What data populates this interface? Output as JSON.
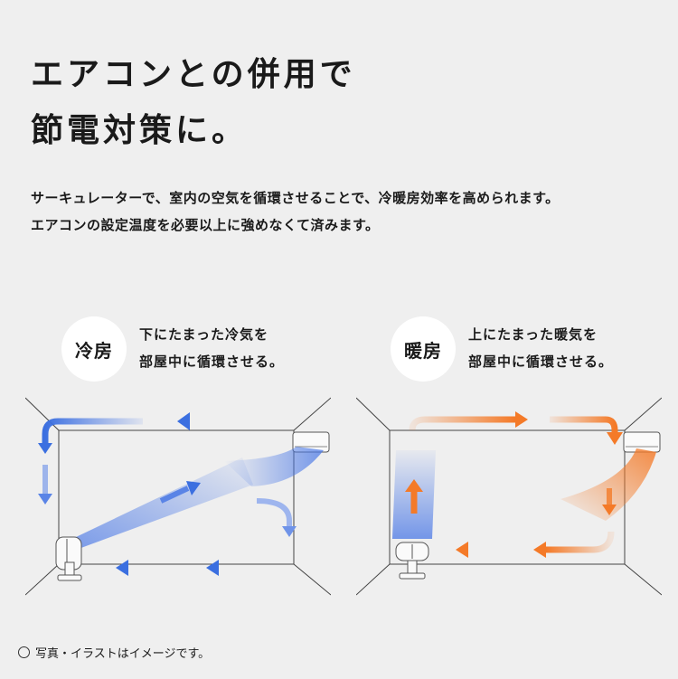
{
  "headline": {
    "line1": "エアコンとの併用で",
    "line2": "節電対策に。"
  },
  "subtext": {
    "line1": "サーキュレーターで、室内の空気を循環させることで、冷暖房効率を高められます。",
    "line2": "エアコンの設定温度を必要以上に強めなくて済みます。"
  },
  "cooling": {
    "badge": "冷房",
    "desc_line1": "下にたまった冷気を",
    "desc_line2": "部屋中に循環させる。",
    "color": "#3b6fe0"
  },
  "heating": {
    "badge": "暖房",
    "desc_line1": "上にたまった暖気を",
    "desc_line2": "部屋中に循環させる。",
    "color": "#f47a28"
  },
  "footnote": {
    "text": "写真・イラストはイメージです。"
  }
}
